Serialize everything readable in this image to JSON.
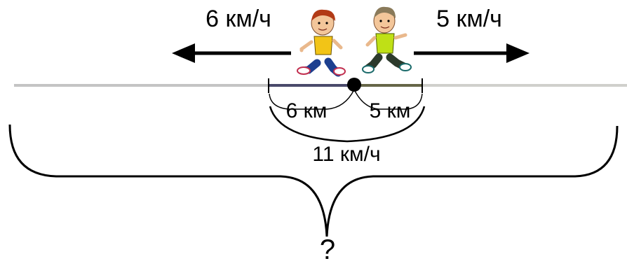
{
  "speeds": {
    "left_label": "6 км/ч",
    "right_label": "5 км/ч"
  },
  "distances": {
    "left_label": "6 км",
    "right_label": "5 км",
    "combined_speed_label": "11 км/ч"
  },
  "question": {
    "mark": "?"
  },
  "figures": {
    "left_boy_icon": "boy-walking-left-icon",
    "right_boy_icon": "boy-walking-right-icon"
  },
  "colors": {
    "road_left": "#c4c4c4",
    "road_right": "#d0d0cc",
    "segment_left": "#4a4a6a",
    "segment_right": "#666648",
    "shirt_left": "#f2c417",
    "shirt_right": "#bfe016",
    "pants_left": "#1c3f8f",
    "pants_right": "#2c3a2c",
    "hair_left": "#b23a16",
    "hair_right": "#8a7a5a"
  }
}
